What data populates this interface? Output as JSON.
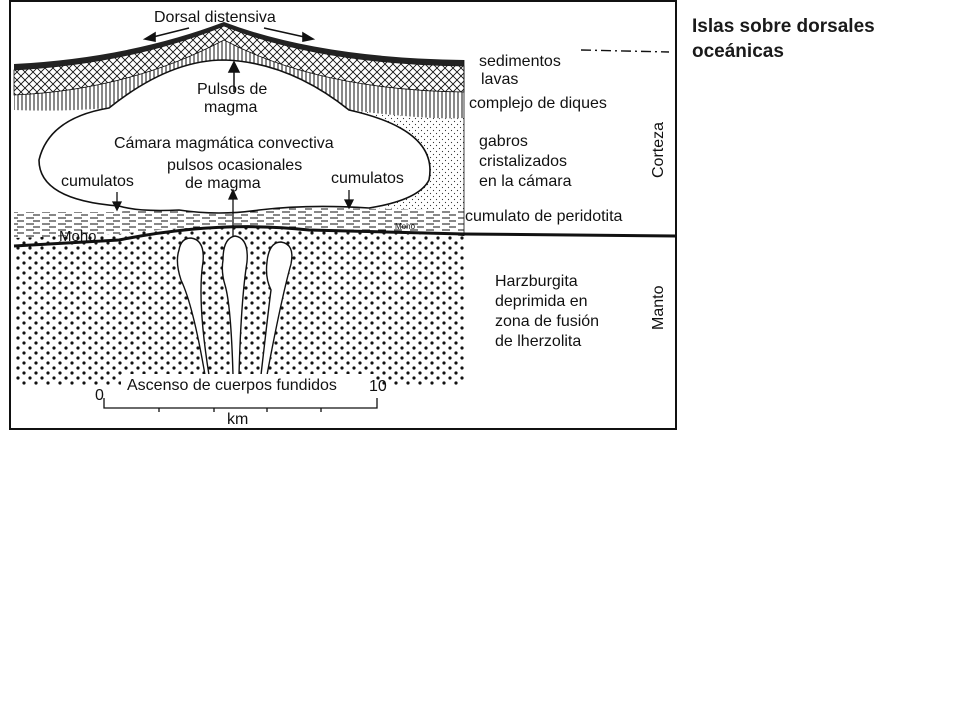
{
  "slide": {
    "title_line1": "Islas sobre dorsales",
    "title_line2": "oceánicas"
  },
  "diagram": {
    "top_label": "Dorsal distensiva",
    "labels": {
      "sedimentos": "sedimentos",
      "lavas": "lavas",
      "diques": "complejo de diques",
      "gabros_1": "gabros",
      "gabros_2": "cristalizados",
      "gabros_3": "en la cámara",
      "peridotita": "cumulato de peridotita",
      "harz_1": "Harzburgita",
      "harz_2": "deprimida en",
      "harz_3": "zona de fusión",
      "harz_4": "de lherzolita",
      "pulsos_1": "Pulsos de",
      "pulsos_2": "magma",
      "camara": "Cámara magmática convectiva",
      "ocasional_1": "pulsos ocasionales",
      "ocasional_2": "de magma",
      "cumulatos_left": "cumulatos",
      "cumulatos_right": "cumulatos",
      "moho_left": "Moho",
      "moho_right": "Moho",
      "ascenso": "Ascenso de cuerpos fundidos",
      "corteza": "Corteza",
      "manto": "Manto"
    },
    "scale": {
      "start": "0",
      "end": "10",
      "unit": "km"
    },
    "colors": {
      "ink": "#111111",
      "paper": "#ffffff",
      "title": "#1a1a1a"
    }
  }
}
